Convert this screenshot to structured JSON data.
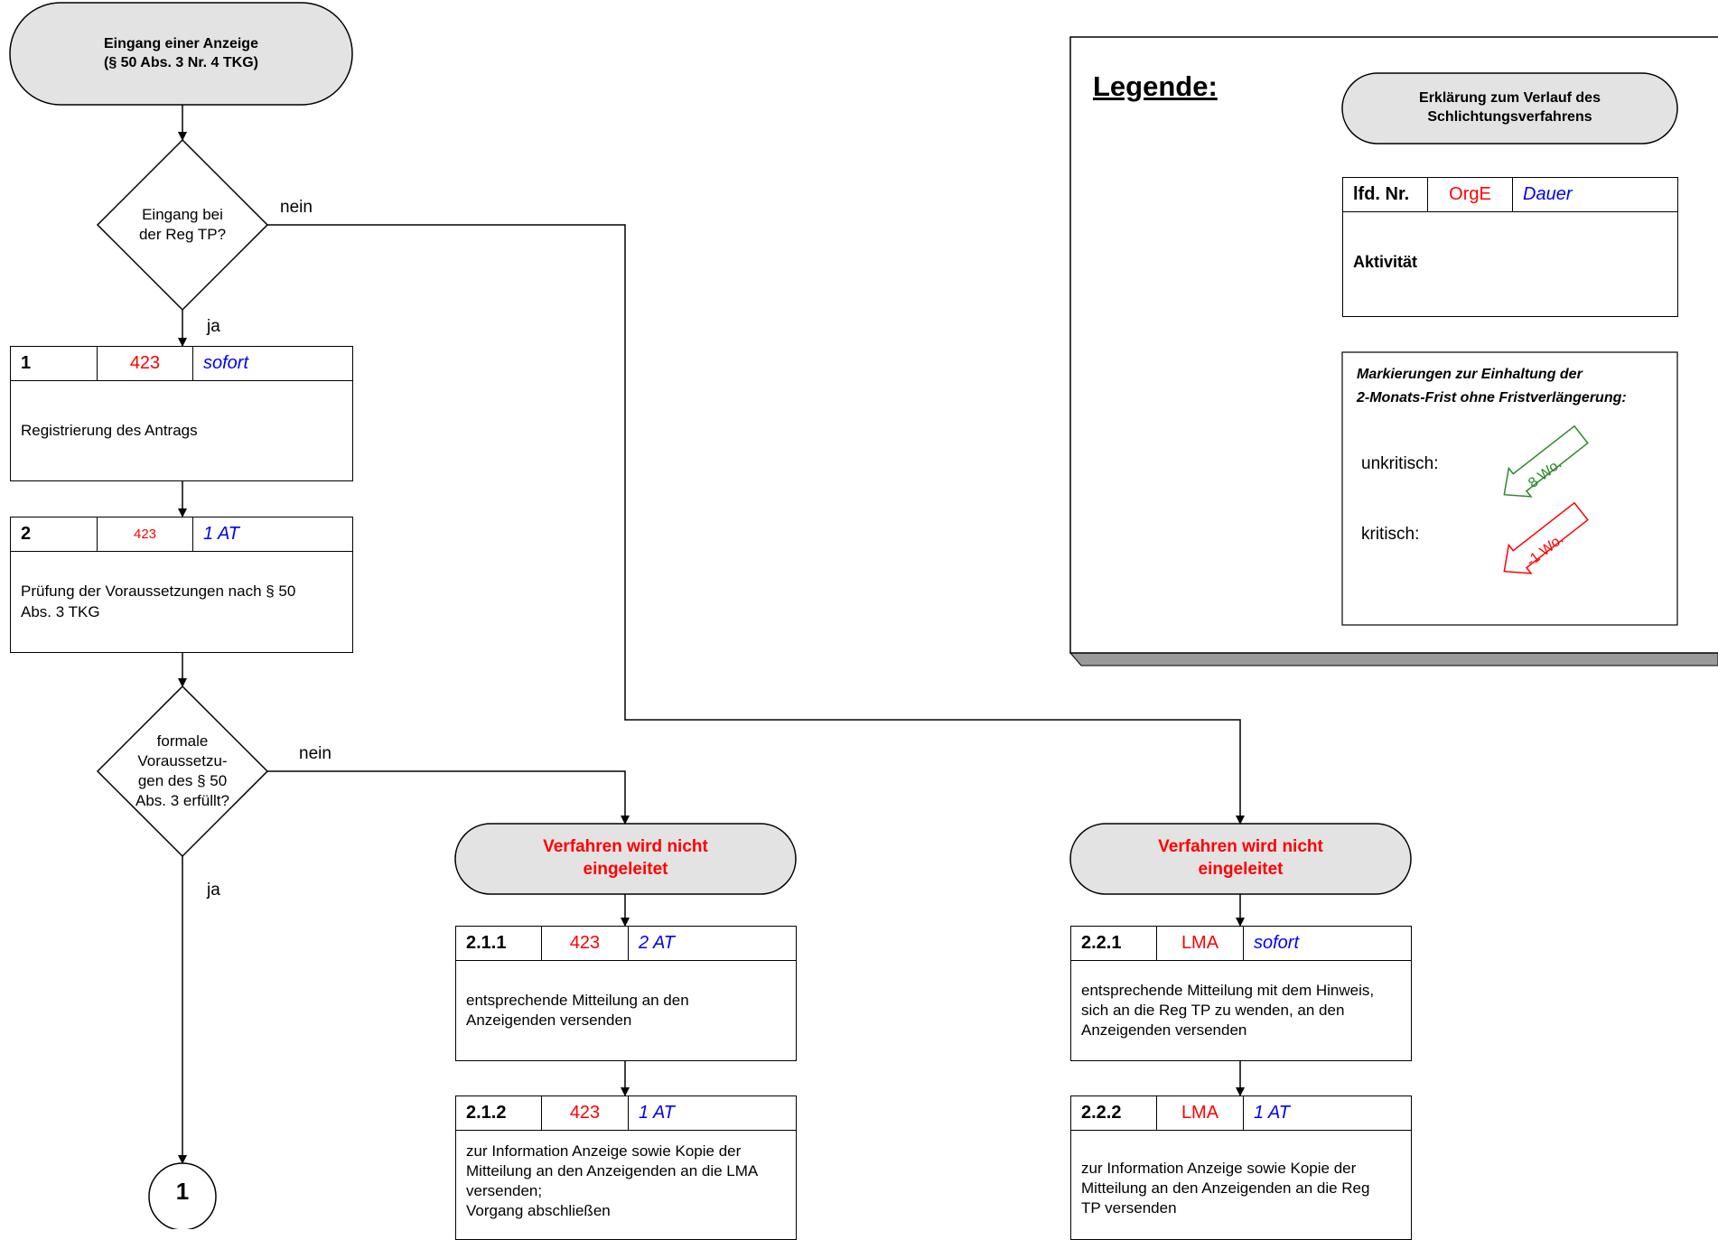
{
  "start": {
    "title": "Eingang einer Anzeige\n(§ 50 Abs. 3 Nr. 4 TKG)"
  },
  "decision1": {
    "text": "Eingang bei\nder Reg TP?",
    "yes": "ja",
    "no": "nein"
  },
  "decision2": {
    "text": "formale\nVoraussetzu-\ngen des § 50\nAbs. 3 erfüllt?",
    "yes": "ja",
    "no": "nein"
  },
  "step1": {
    "num": "1",
    "org": "423",
    "duration": "sofort",
    "activity": "Registrierung des Antrags"
  },
  "step2": {
    "num": "2",
    "org": "423",
    "duration": "1 AT",
    "activity": "Prüfung der Voraussetzungen nach § 50\nAbs. 3 TKG"
  },
  "branch21": {
    "title": "Verfahren wird nicht\neingeleitet"
  },
  "step211": {
    "num": "2.1.1",
    "org": "423",
    "duration": "2 AT",
    "activity": "entsprechende Mitteilung an den\nAnzeigenden versenden"
  },
  "step212": {
    "num": "2.1.2",
    "org": "423",
    "duration": "1 AT",
    "activity": "zur Information Anzeige sowie Kopie der\nMitteilung an den Anzeigenden an die LMA\nversenden;\nVorgang abschließen"
  },
  "branch22": {
    "title": "Verfahren wird nicht\neingeleitet"
  },
  "step221": {
    "num": "2.2.1",
    "org": "LMA",
    "duration": "sofort",
    "activity": "entsprechende Mitteilung mit dem Hinweis,\nsich an die Reg TP zu wenden, an den\nAnzeigenden versenden"
  },
  "step222": {
    "num": "2.2.2",
    "org": "LMA",
    "duration": "1 AT",
    "activity": "zur Information Anzeige sowie Kopie der\nMitteilung an den Anzeigenden an die Reg\nTP versenden"
  },
  "connector": {
    "label": "1"
  },
  "legend": {
    "title": "Legende:",
    "terminal": "Erklärung zum Verlauf des\nSchlichtungsverfahrens",
    "box_num": "lfd. Nr.",
    "box_org": "OrgE",
    "box_duration": "Dauer",
    "box_activity": "Aktivität",
    "marks_title": "Markierungen zur Einhaltung der\n2-Monats-Frist ohne Fristverlängerung:",
    "uncritical_label": "unkritisch:",
    "uncritical_mark": "8 Wo.",
    "critical_label": "kritisch:",
    "critical_mark": "-1 Wo.",
    "uncritical_color": "#2a8a2a",
    "critical_color": "#ff0000"
  },
  "colors": {
    "terminal_fill": "#e3e3e3",
    "org_text": "#ff0000",
    "duration_text": "#0000ff",
    "shadow": "#9a9a9a"
  }
}
